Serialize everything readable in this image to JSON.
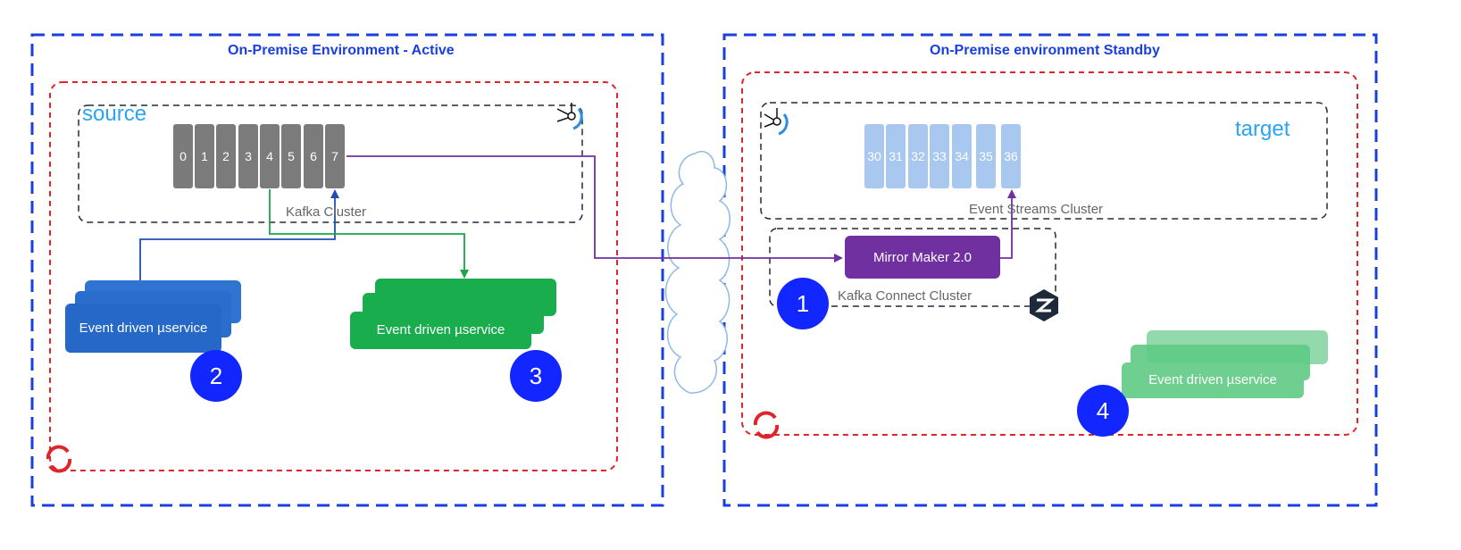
{
  "active_env": {
    "title": "On-Premise Environment - Active",
    "cluster_name": "source",
    "cluster_label": "Kafka Cluster",
    "partitions": [
      "0",
      "1",
      "2",
      "3",
      "4",
      "5",
      "6",
      "7"
    ],
    "service_producer": {
      "label": "Event driven µservice",
      "badge": "2"
    },
    "service_consumer": {
      "label": "Event driven µservice",
      "badge": "3"
    }
  },
  "standby_env": {
    "title": "On-Premise environment Standby",
    "cluster_name": "target",
    "cluster_label": "Event Streams Cluster",
    "partitions": [
      "30",
      "31",
      "32",
      "33",
      "34",
      "35",
      "36"
    ],
    "connect_label": "Kafka Connect Cluster",
    "mirror_maker": "Mirror Maker 2.0",
    "mirror_badge": "1",
    "service": {
      "label": "Event driven µservice",
      "badge": "4"
    }
  },
  "colors": {
    "env_border": "#1a3fe0",
    "openshift_border": "#e0242a",
    "mm_arrow": "#7030a0",
    "producer_arrow": "#1f4fb5",
    "consumer_arrow": "#1aa64a",
    "badge": "#1226ff"
  },
  "icons": [
    "openshift-icon",
    "kafka-icon",
    "event-streams-icon",
    "connect-icon",
    "cloud-icon"
  ]
}
